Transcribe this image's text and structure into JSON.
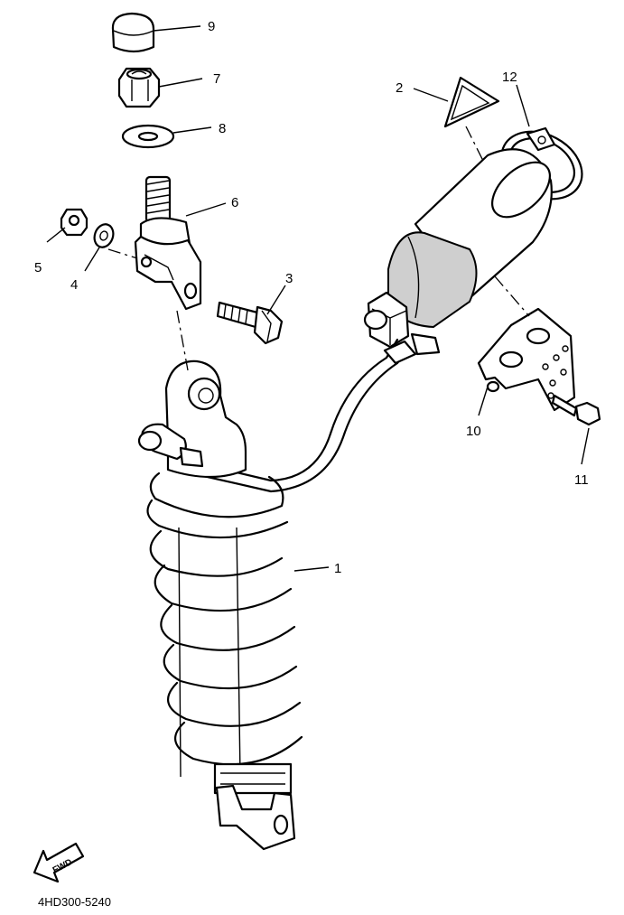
{
  "diagram_code": "4HD300-5240",
  "direction_label": "FWD",
  "callouts": [
    {
      "id": "1",
      "text": "1"
    },
    {
      "id": "2",
      "text": "2"
    },
    {
      "id": "3",
      "text": "3"
    },
    {
      "id": "4",
      "text": "4"
    },
    {
      "id": "5",
      "text": "5"
    },
    {
      "id": "6",
      "text": "6"
    },
    {
      "id": "7",
      "text": "7"
    },
    {
      "id": "8",
      "text": "8"
    },
    {
      "id": "9",
      "text": "9"
    },
    {
      "id": "10",
      "text": "10"
    },
    {
      "id": "11",
      "text": "11"
    },
    {
      "id": "12",
      "text": "12"
    }
  ]
}
